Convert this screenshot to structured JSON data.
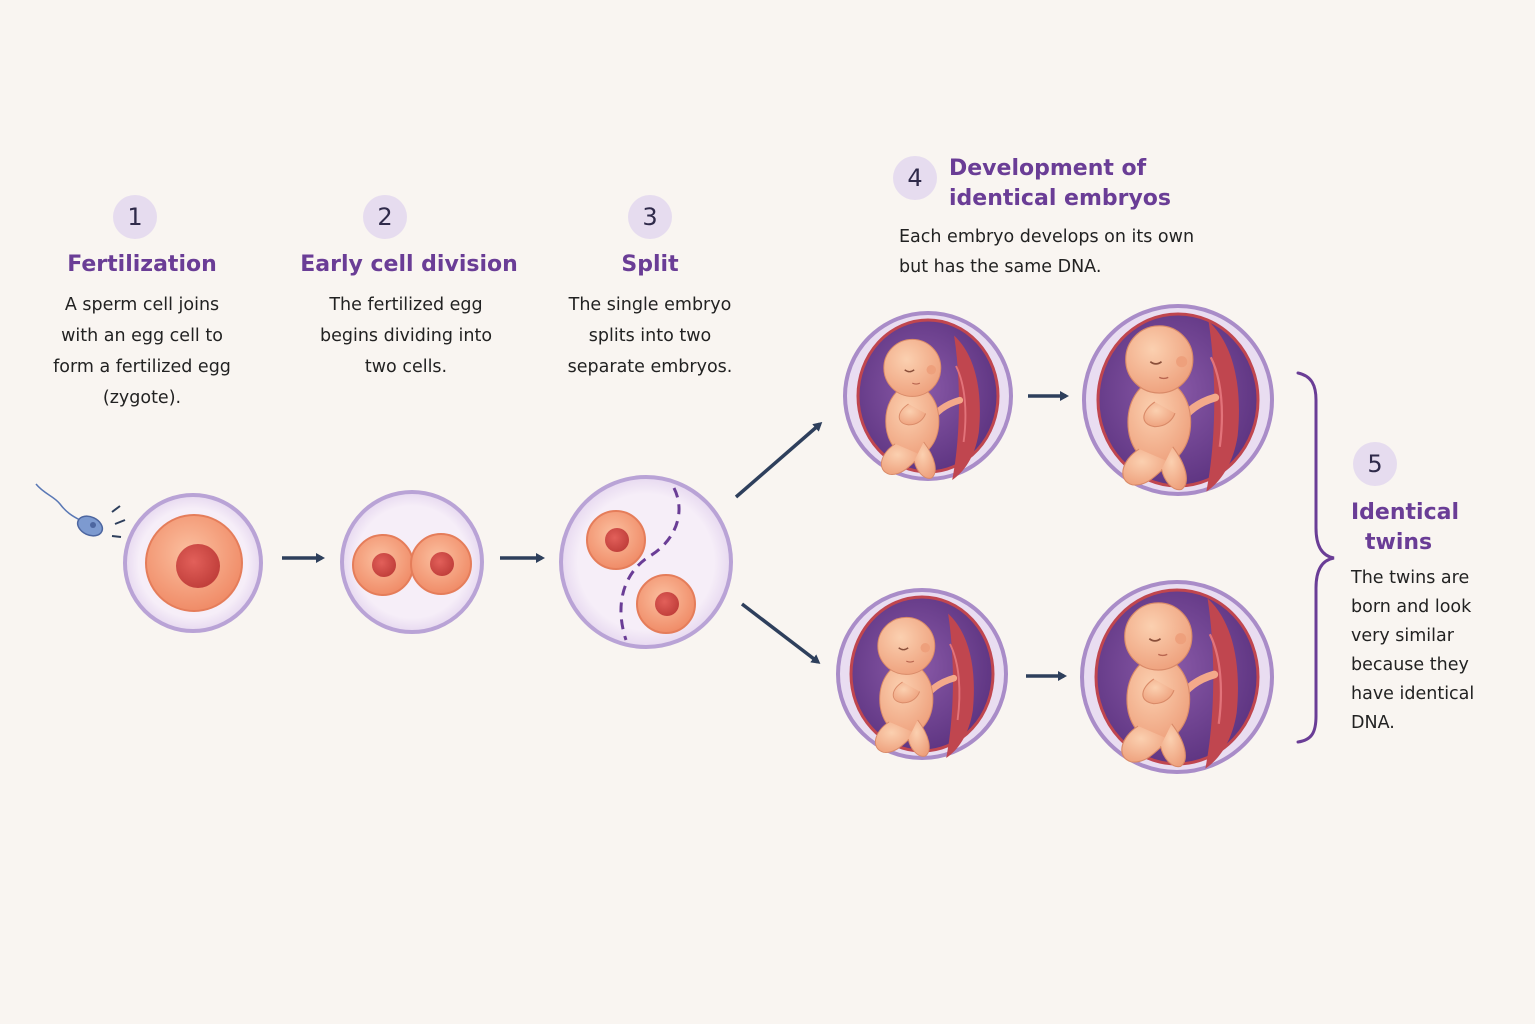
{
  "steps": [
    {
      "number": "1",
      "title": "Fertilization",
      "description": "A sperm cell joins with an egg cell to form a fertilized egg (zygote)."
    },
    {
      "number": "2",
      "title": "Early cell division",
      "description": "The fertilized egg begins dividing into two cells."
    },
    {
      "number": "3",
      "title": "Split",
      "description": "The single embryo splits into two separate embryos."
    },
    {
      "number": "4",
      "title_line1": "Development of",
      "title_line2": "identical embryos",
      "description_line1": "Each embryo develops on its own",
      "description_line2": "but has the same DNA."
    },
    {
      "number": "5",
      "title_line1": "Identical",
      "title_line2": "twins",
      "description": [
        "The twins are",
        "born and look",
        "very similar",
        "because they",
        "have identical",
        "DNA."
      ]
    }
  ],
  "colors": {
    "title": "#6a3d96",
    "badge": "#e6dcef",
    "arrow": "#2e3f5c",
    "membrane": "#b9a3d6",
    "cell": "#f4a07c",
    "nucleus": "#d9504a",
    "womb": "#6b3f8f",
    "placenta": "#c0464f",
    "skin": "#f6b58f"
  },
  "icons": [
    "sperm-icon",
    "egg-cell-icon",
    "two-cell-icon",
    "splitting-embryo-icon",
    "fetus-icon",
    "arrow-icon",
    "brace-icon"
  ]
}
